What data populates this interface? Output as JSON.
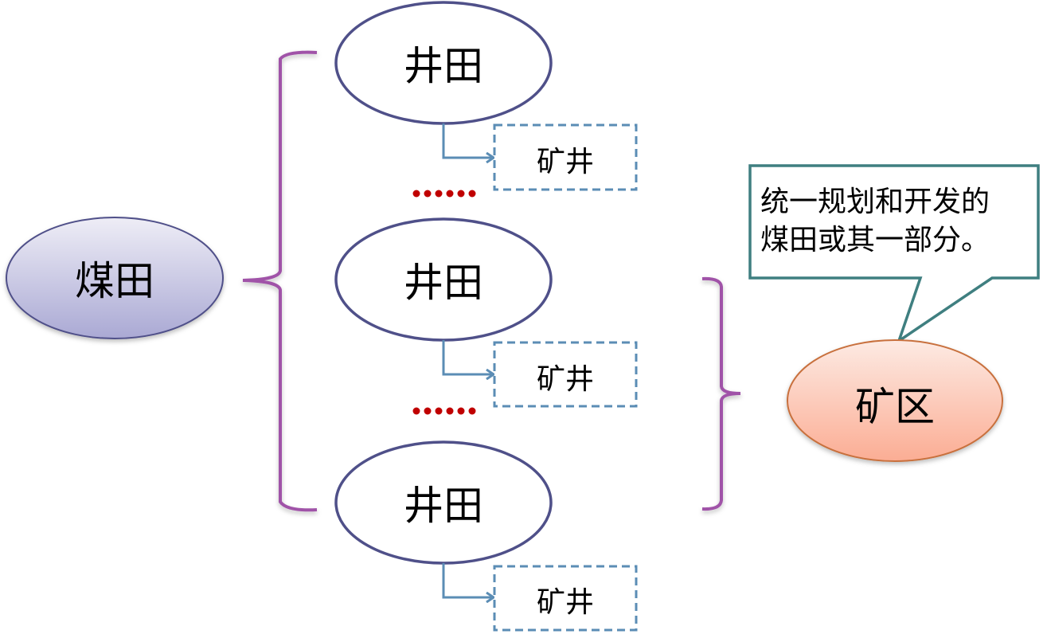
{
  "diagram": {
    "root": {
      "label": "煤田"
    },
    "well_fields": [
      {
        "label": "井田",
        "mine": "矿井"
      },
      {
        "label": "井田",
        "mine": "矿井"
      },
      {
        "label": "井田",
        "mine": "矿井"
      }
    ],
    "ellipsis": [
      "……",
      "……"
    ],
    "mining_area": {
      "label": "矿区"
    },
    "callout": {
      "line1": "统一规划和开发的",
      "line2": "煤田或其一部分。"
    },
    "colors": {
      "bracket": "#a052a8",
      "ellipse_stroke": "#4f5089",
      "dash_box": "#5b8db5",
      "arrow": "#5b8db5",
      "dots": "#c00000",
      "callout_border": "#3f7f80",
      "root_fill_top": "#ecebf5",
      "root_fill_bottom": "#aeadd6",
      "area_fill_top": "#fde8e0",
      "area_fill_bottom": "#fbb29a",
      "area_stroke": "#c8703c"
    }
  }
}
